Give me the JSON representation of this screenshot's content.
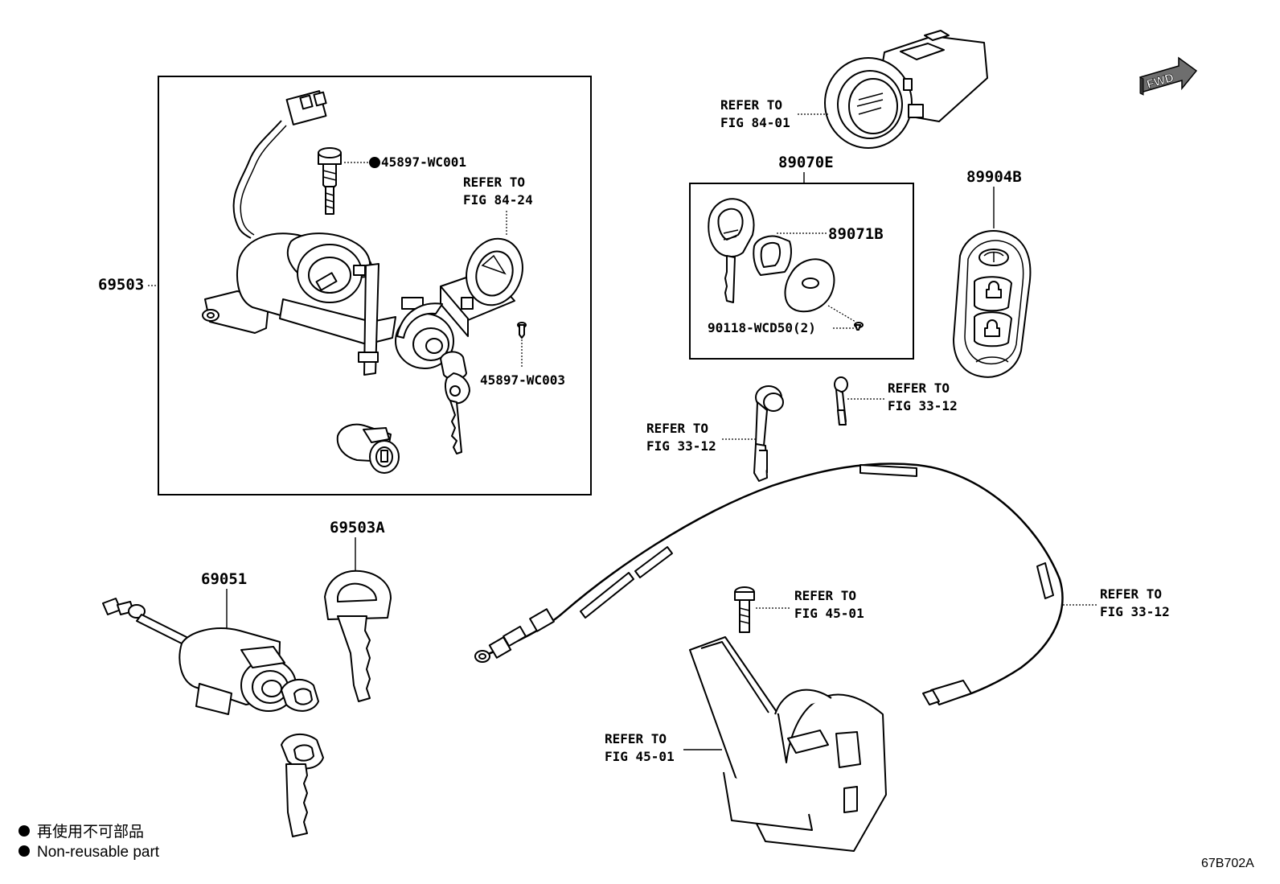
{
  "parts": {
    "ignition_assy": "69503",
    "bolt_top": "45897-WC001",
    "refer_84_24_line1": "REFER TO",
    "refer_84_24_line2": "FIG 84-24",
    "screw": "45897-WC003",
    "push_switch_line1": "REFER TO",
    "push_switch_line2": "FIG 84-01",
    "transmitter_set": "89070E",
    "transmitter_case": "89071B",
    "case_screw": "90118-WCD50(2)",
    "smart_key": "89904B",
    "refer_33_12_a_line1": "REFER TO",
    "refer_33_12_a_line2": "FIG 33-12",
    "refer_33_12_b_line1": "REFER TO",
    "refer_33_12_b_line2": "FIG 33-12",
    "refer_33_12_c_line1": "REFER TO",
    "refer_33_12_c_line2": "FIG 33-12",
    "key_plate": "69503A",
    "door_cylinder": "69051",
    "refer_45_01_a_line1": "REFER TO",
    "refer_45_01_a_line2": "FIG 45-01",
    "refer_45_01_b_line1": "REFER TO",
    "refer_45_01_b_line2": "FIG 45-01"
  },
  "fwd_label": "FWD",
  "legend": {
    "jp": "再使用不可部品",
    "en": "Non-reusable part"
  },
  "figure_code": "67B702A"
}
